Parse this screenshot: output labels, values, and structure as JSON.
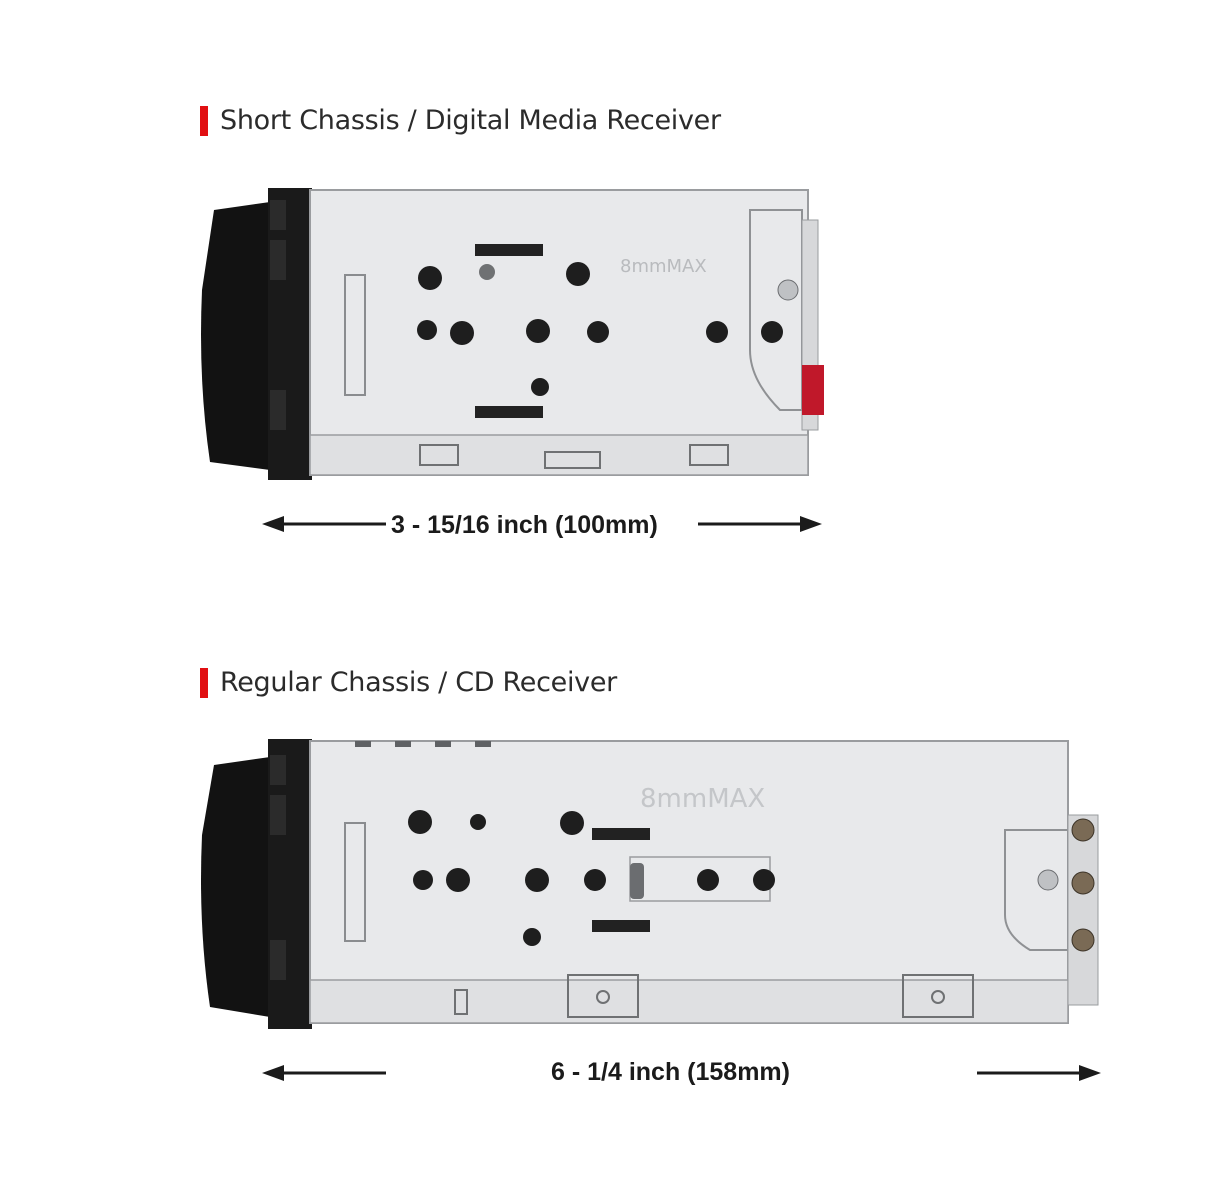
{
  "sections": {
    "short": {
      "title": "Short Chassis / Digital Media Receiver",
      "dimension": "3 - 15/16 inch (100mm)",
      "chassis_label": "8mmMAX"
    },
    "regular": {
      "title": "Regular Chassis / CD Receiver",
      "dimension": "6 - 1/4 inch (158mm)",
      "chassis_label": "8mmMAX"
    }
  },
  "colors": {
    "accent_bar": "#e10f12",
    "chassis_metal": "#e8e9eb",
    "face_plate": "#111111",
    "arrow": "#1b1b1b"
  }
}
